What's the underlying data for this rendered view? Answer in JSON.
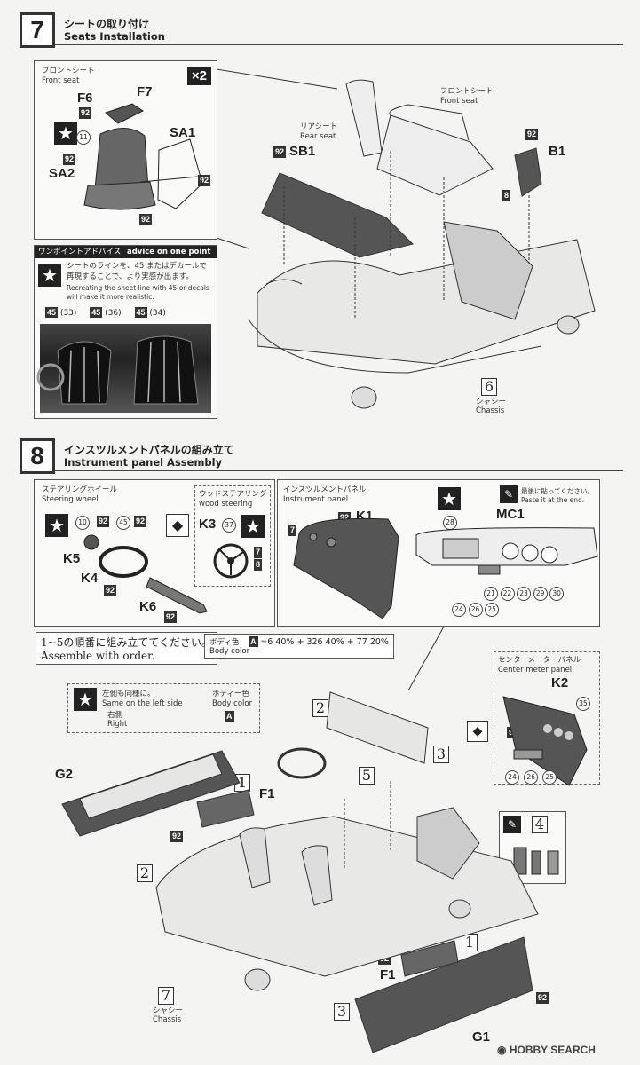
{
  "step7": {
    "num": "7",
    "title_jp": "シートの取り付け",
    "title_en": "Seats Installation",
    "front_seat_jp": "フロントシート",
    "front_seat_en": "Front seat",
    "x2": "×2",
    "parts_f6": "F6",
    "parts_f7": "F7",
    "parts_sa1": "SA1",
    "parts_sa2": "SA2",
    "parts_sb1": "SB1",
    "parts_b1": "B1",
    "rear_seat_jp": "リアシート",
    "rear_seat_en": "Rear seat",
    "front_seat2_jp": "フロントシート",
    "front_seat2_en": "Front seat",
    "chassis_num": "6",
    "chassis_jp": "シャシー",
    "chassis_en": "Chassis",
    "advice_title_jp": "ワンポイントアドバイス",
    "advice_title_en": "advice on one point",
    "advice_text_jp1": "シートのラインを、45 またはデカールで",
    "advice_text_jp2": "再現することで、より実感が出ます。",
    "advice_text_en1": "Recreating the sheet line with 45 or decals",
    "advice_text_en2": "will make it more realistic.",
    "decal_a": "(33)",
    "decal_b": "(36)",
    "decal_c": "(34)",
    "paint_45": "45",
    "paint_92": "92",
    "paint_11": "11",
    "paint_8": "8"
  },
  "step8": {
    "num": "8",
    "title_jp": "インスツルメントパネルの組み立て",
    "title_en": "Instrument panel Assembly",
    "steering_jp": "ステアリングホイール",
    "steering_en": "Steering wheel",
    "wood_jp": "ウッドステアリング",
    "wood_en": "wood steering",
    "k3": "K3",
    "k5": "K5",
    "k4": "K4",
    "k6": "K6",
    "k1": "K1",
    "k2": "K2",
    "mc1": "MC1",
    "ip_jp": "インスツルメントパネル",
    "ip_en": "Instrument panel",
    "paste_jp": "最後に貼ってください。",
    "paste_en": "Paste it at the end.",
    "order_jp": "1~5の順番に組み立ててください。",
    "order_en": "Assemble with order.",
    "bodycolor_jp": "ボディ色",
    "bodycolor_en": "Body color",
    "formula": "=6 40% + 326 40% + 77 20%",
    "formula_a": "A",
    "leftside_jp": "左側も同様に。",
    "leftside_en": "Same on the left side",
    "bodycolor2_jp": "ボディー色",
    "bodycolor2_en": "Body color",
    "right_jp": "右側",
    "right_en": "Right",
    "cmp_jp": "センターメーターパネル",
    "cmp_en": "Center meter panel",
    "g1": "G1",
    "g2": "G2",
    "f1": "F1",
    "chassis_num": "7",
    "chassis_jp": "シャシー",
    "chassis_en": "Chassis"
  },
  "footer": {
    "logo": "HOBBY SEARCH"
  }
}
